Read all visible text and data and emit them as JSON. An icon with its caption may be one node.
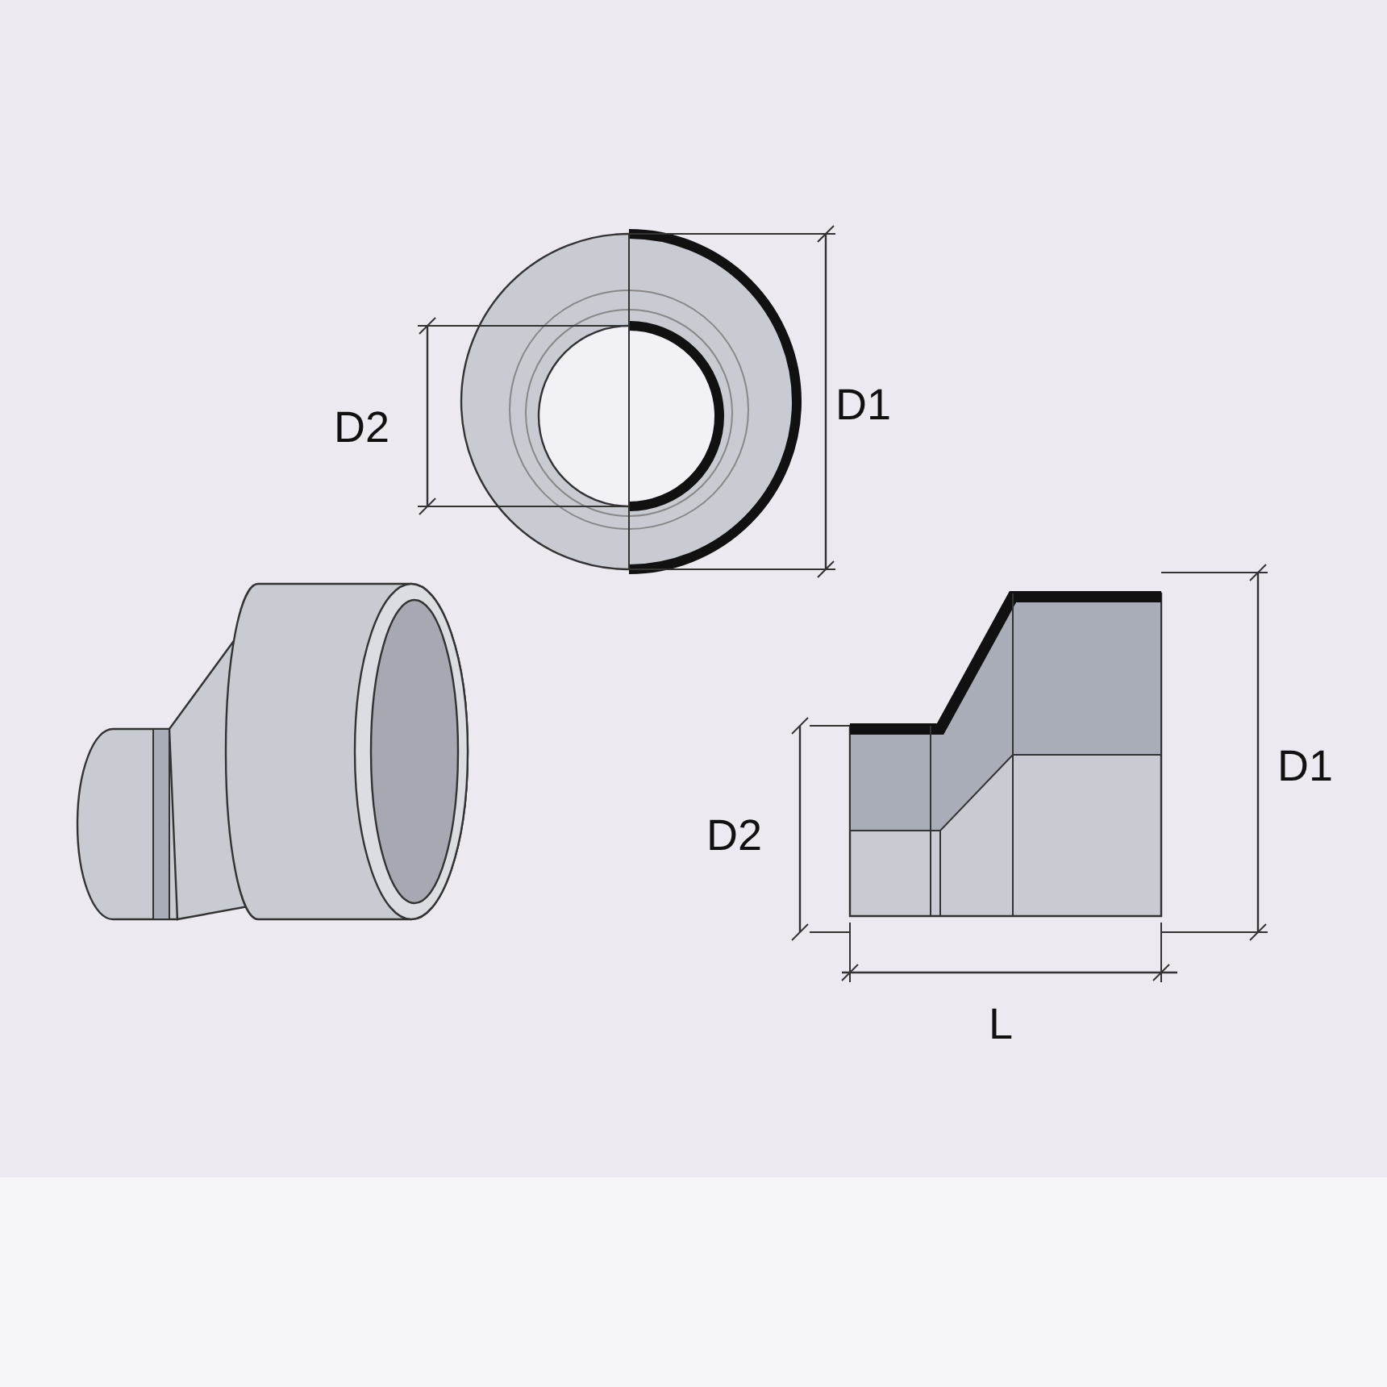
{
  "diagram": {
    "labels": [
      "D2",
      "D1",
      "D1",
      "D2",
      "L"
    ]
  }
}
